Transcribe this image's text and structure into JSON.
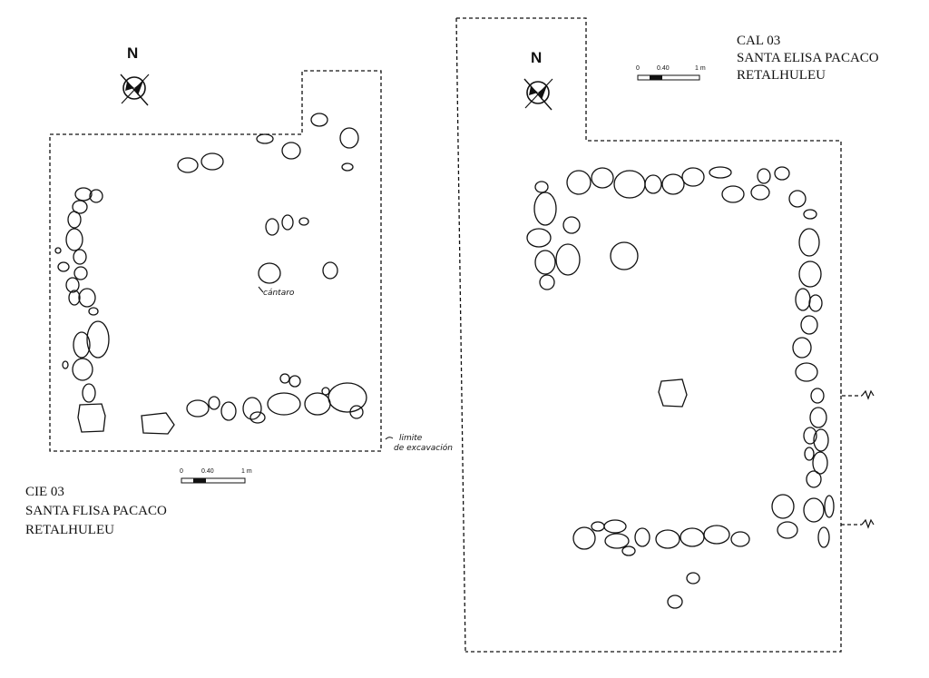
{
  "left_plan": {
    "north_label": "N",
    "title_lines": [
      "CIE 03",
      "SANTA FLISA PACACO",
      "RETALHULEU"
    ],
    "scale_labels": [
      "0",
      "0.40",
      "1 m"
    ],
    "annotation_cantaro": "cántaro",
    "annotation_limit_1": "limite",
    "annotation_limit_2": "de excavación"
  },
  "right_plan": {
    "north_label": "N",
    "title_lines": [
      "CAL 03",
      "SANTA ELISA PACACO",
      "RETALHULEU"
    ],
    "scale_labels": [
      "0",
      "0.40",
      "1 m"
    ]
  }
}
